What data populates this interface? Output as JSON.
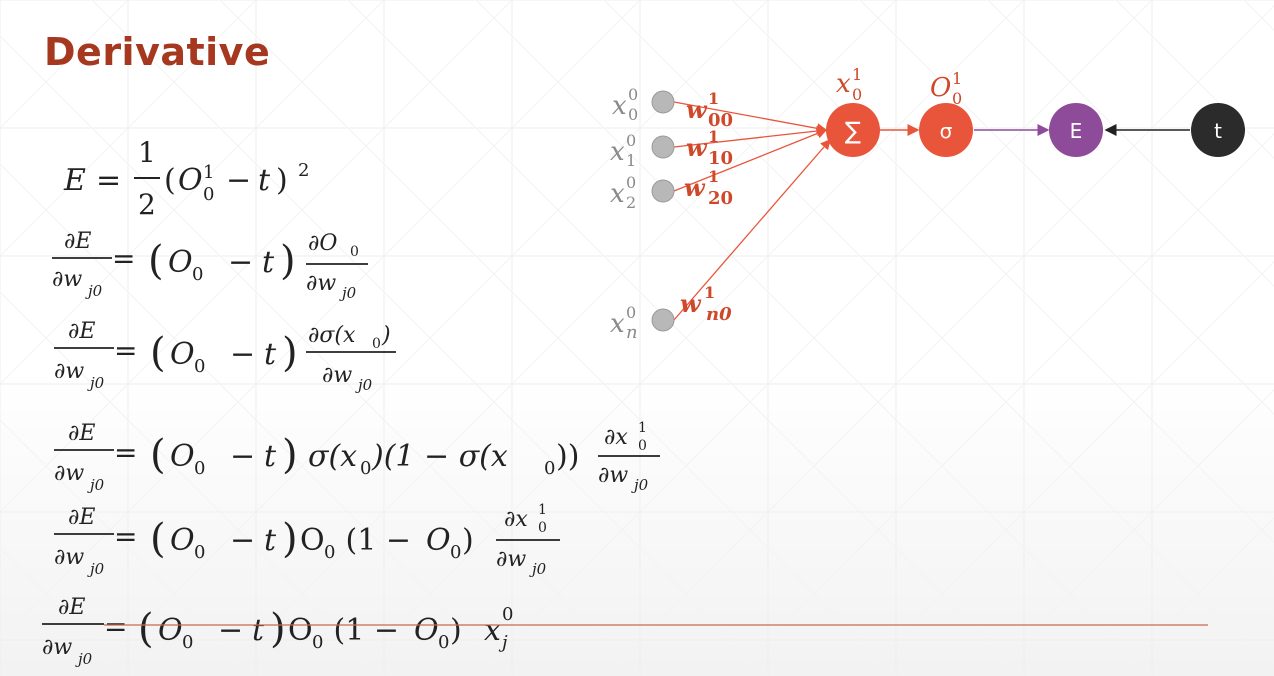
{
  "slide": {
    "title": "Derivative",
    "colors": {
      "title": "#a5381f",
      "accent": "#e8553a",
      "purple": "#8e4b9a",
      "dark": "#2b2b2b",
      "input": "#b8b8b8"
    }
  },
  "diagram": {
    "inputs": [
      {
        "base": "x",
        "sub": "0",
        "sup": "0"
      },
      {
        "base": "x",
        "sub": "1",
        "sup": "0"
      },
      {
        "base": "x",
        "sub": "2",
        "sup": "0"
      },
      {
        "base": "x",
        "sub": "n",
        "sup": "0"
      }
    ],
    "weights": [
      {
        "base": "w",
        "sub": "00",
        "sup": "1"
      },
      {
        "base": "w",
        "sub": "10",
        "sup": "1"
      },
      {
        "base": "w",
        "sub": "20",
        "sup": "1"
      },
      {
        "base": "w",
        "sub": "n0",
        "sup": "1"
      }
    ],
    "sum_node": {
      "symbol": "∑",
      "label_base": "x",
      "label_sub": "0",
      "label_sup": "1"
    },
    "sigma_node": {
      "symbol": "σ",
      "label_base": "O",
      "label_sub": "0",
      "label_sup": "1"
    },
    "error_node": {
      "symbol": "E"
    },
    "target_node": {
      "symbol": "t"
    }
  },
  "equations": {
    "e1": {
      "lhs": "E",
      "eq": "=",
      "num": "1",
      "den": "2",
      "open": "(",
      "o": "O",
      "o_sub": "0",
      "o_sup": "1",
      "minus": "−",
      "t": "t",
      "close": ")",
      "pow": "2"
    },
    "common": {
      "dE": "∂E",
      "dw": "∂w",
      "dw_sub": "j0",
      "eq": "=",
      "lp": "(",
      "o": "O",
      "o_sub": "0",
      "minus": "−",
      "t": "t",
      "rp": ")"
    },
    "e2": {
      "num": "∂O",
      "num_sub": "0"
    },
    "e3": {
      "num": "∂σ(x",
      "num_sub": "0",
      "num_end": ")"
    },
    "e4": {
      "mid_a": "σ(x",
      "mid_a_sub": "0",
      "mid_b": ")(1 − σ(x",
      "mid_b_sub": "0",
      "mid_c": "))",
      "num": "∂x",
      "num_sub": "0",
      "num_sup": "1"
    },
    "e5": {
      "mid_a": "O",
      "mid_a_sub": "0",
      "mid_b": " (1 − ",
      "mid_c": "O",
      "mid_c_sub": "0",
      "mid_d": ")",
      "num": "∂x",
      "num_sub": "0",
      "num_sup": "1"
    },
    "e6": {
      "mid_a": "O",
      "mid_a_sub": "0",
      "mid_b": " (1 − ",
      "mid_c": "O",
      "mid_c_sub": "0",
      "mid_d": ")",
      "x": "x",
      "x_sub": "j",
      "x_sup": "0"
    }
  }
}
